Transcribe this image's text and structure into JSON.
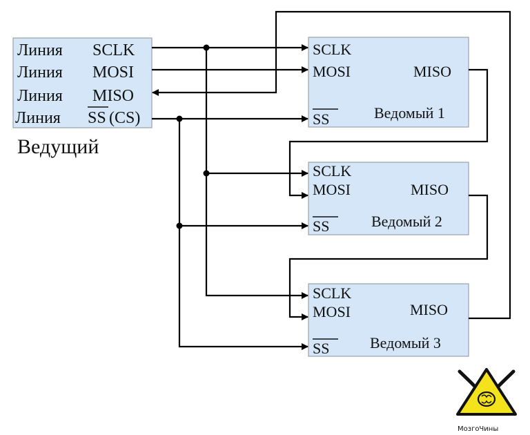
{
  "master": {
    "lines": [
      {
        "prefix": "Линия",
        "signal": "SCLK"
      },
      {
        "prefix": "Линия",
        "signal": "MOSI"
      },
      {
        "prefix": "Линия",
        "signal": "MISO"
      },
      {
        "prefix": "Линия",
        "signal": "SS",
        "suffix": "(CS)"
      }
    ],
    "caption": "Ведущий"
  },
  "slaves": [
    {
      "sclk": "SCLK",
      "mosi": "MOSI",
      "miso": "MISO",
      "ss": "SS",
      "name": "Ведомый 1"
    },
    {
      "sclk": "SCLK",
      "mosi": "MOSI",
      "miso": "MISO",
      "ss": "SS",
      "name": "Ведомый 2"
    },
    {
      "sclk": "SCLK",
      "mosi": "MOSI",
      "miso": "MISO",
      "ss": "SS",
      "name": "Ведомый 3"
    }
  ],
  "logo": {
    "text": "МозгоЧины",
    "colors": {
      "triangle": "#f4e21c",
      "border": "#111111"
    },
    "icon": "brain-wrench-icon"
  },
  "colors": {
    "box_fill": "#d4e6f7",
    "wire": "#000000"
  }
}
